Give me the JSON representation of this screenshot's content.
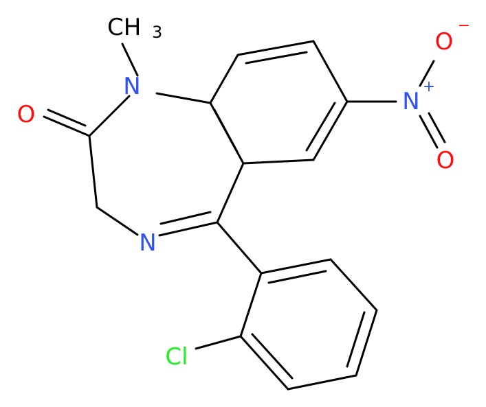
{
  "colors": {
    "bond": "#000000",
    "carbon": "#000000",
    "nitrogen": "#3050F8",
    "oxygen": "#FF0D0D",
    "chlorine": "#1FF01F"
  },
  "atoms": {
    "n1": "N",
    "n4": "N",
    "o_carbonyl": "O",
    "methyl_main": "CH",
    "methyl_sub": "3",
    "nitro_n": "N",
    "nitro_n_charge": "+",
    "nitro_o_minus": "O",
    "nitro_o_minus_charge": "−",
    "nitro_o": "O",
    "cl": "Cl"
  }
}
